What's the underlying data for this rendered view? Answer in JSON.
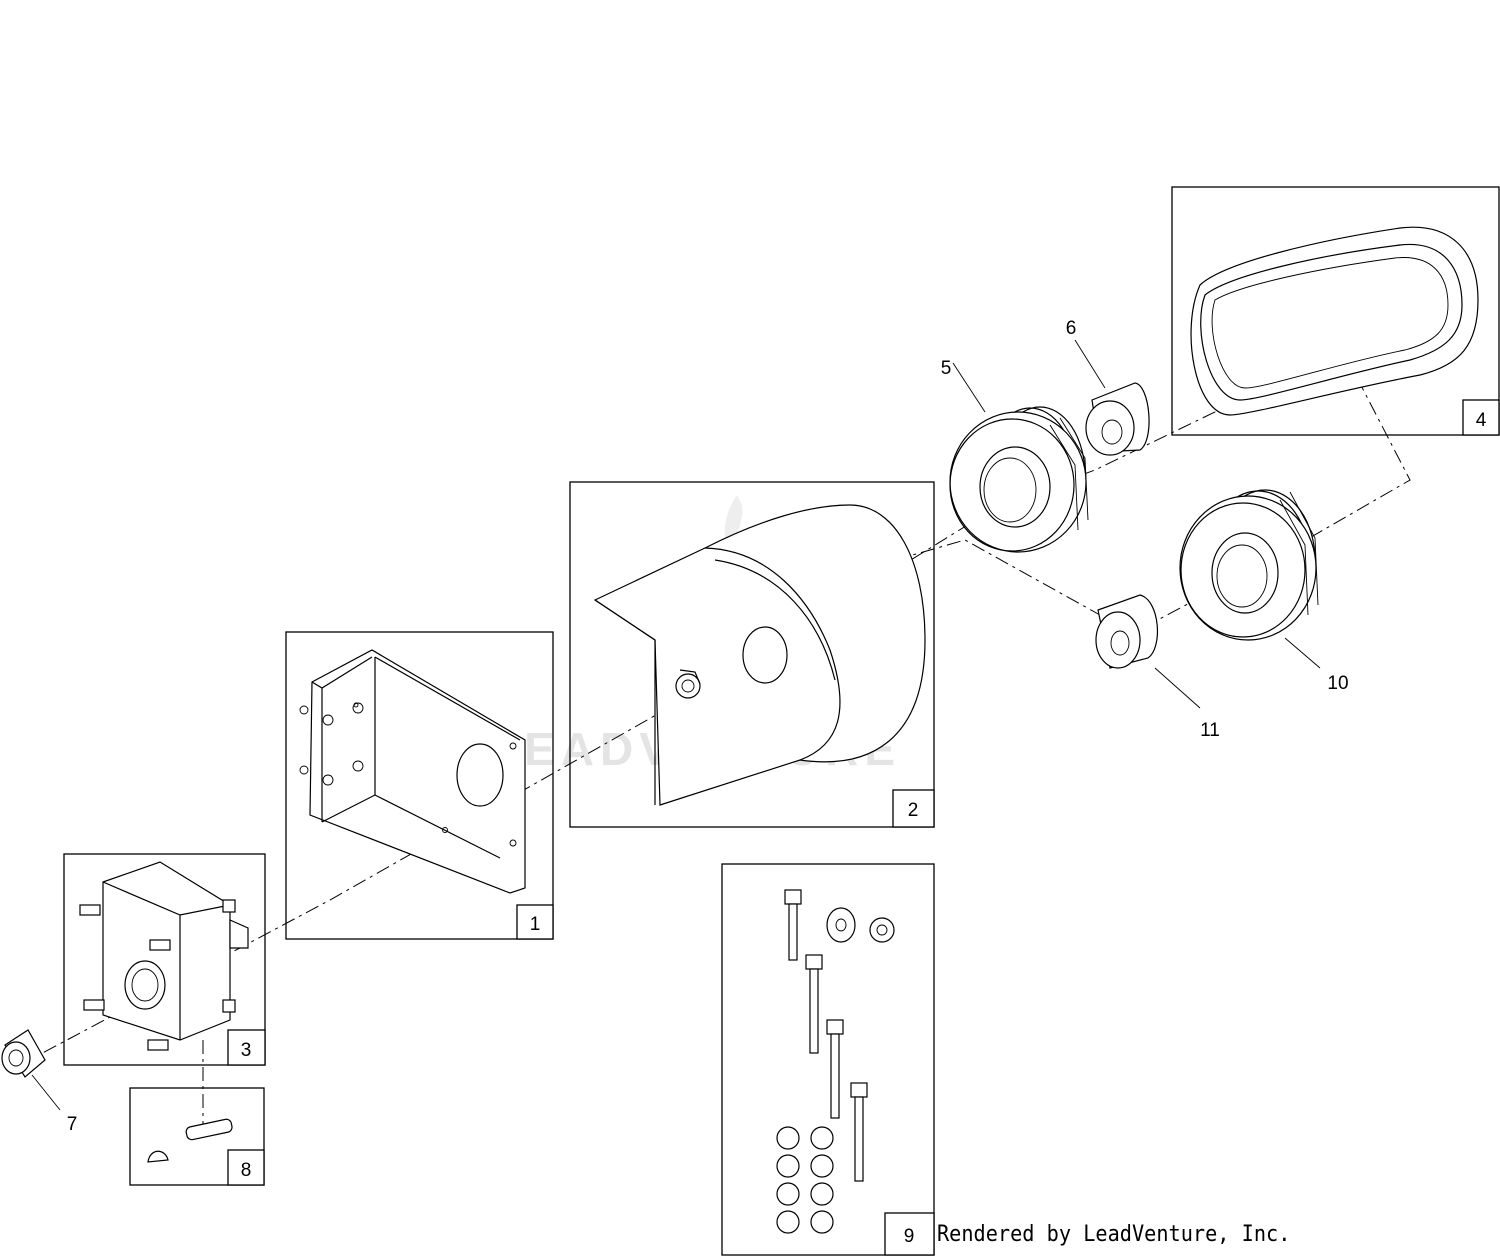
{
  "watermark": "LEADVENTURE",
  "footer": "Rendered by LeadVenture, Inc.",
  "callouts": [
    {
      "id": "1",
      "text": "1"
    },
    {
      "id": "2",
      "text": "2"
    },
    {
      "id": "3",
      "text": "3"
    },
    {
      "id": "4",
      "text": "4"
    },
    {
      "id": "5",
      "text": "5"
    },
    {
      "id": "6",
      "text": "6"
    },
    {
      "id": "7",
      "text": "7"
    },
    {
      "id": "8",
      "text": "8"
    },
    {
      "id": "9",
      "text": "9"
    },
    {
      "id": "10",
      "text": "10"
    },
    {
      "id": "11",
      "text": "11"
    }
  ]
}
